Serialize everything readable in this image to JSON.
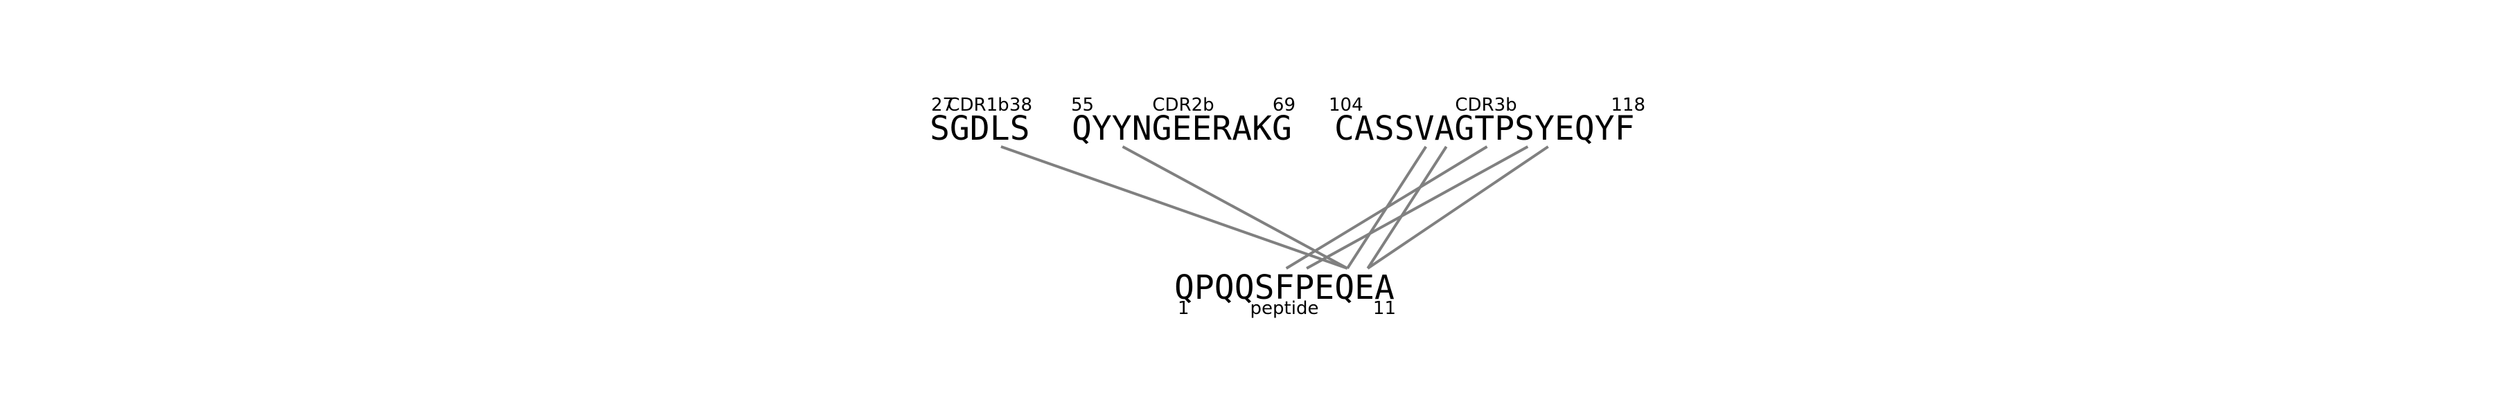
{
  "cdr1": {
    "sequence": "SGDLS",
    "label": "CDR1b",
    "start": "27",
    "end": "38"
  },
  "cdr2": {
    "sequence": "QYYNGEERAKG",
    "label": "CDR2b",
    "start": "55",
    "end": "69"
  },
  "cdr3": {
    "sequence": "CASSVAGTPSYEQYF",
    "label": "CDR3b",
    "start": "104",
    "end": "118"
  },
  "peptide": {
    "sequence": "QPQQSFPEQEA",
    "label": "peptide",
    "start": "1",
    "end": "11"
  },
  "links": [
    {
      "from": "cdr1",
      "residue": 3,
      "to_residue": 8
    },
    {
      "from": "cdr2",
      "residue": 2,
      "to_residue": 8
    },
    {
      "from": "cdr3",
      "residue": 4,
      "to_residue": 8
    },
    {
      "from": "cdr3",
      "residue": 5,
      "to_residue": 9
    },
    {
      "from": "cdr3",
      "residue": 7,
      "to_residue": 5
    },
    {
      "from": "cdr3",
      "residue": 9,
      "to_residue": 6
    },
    {
      "from": "cdr3",
      "residue": 10,
      "to_residue": 9
    }
  ],
  "colors": {
    "link": "#808080",
    "text": "#000000"
  }
}
